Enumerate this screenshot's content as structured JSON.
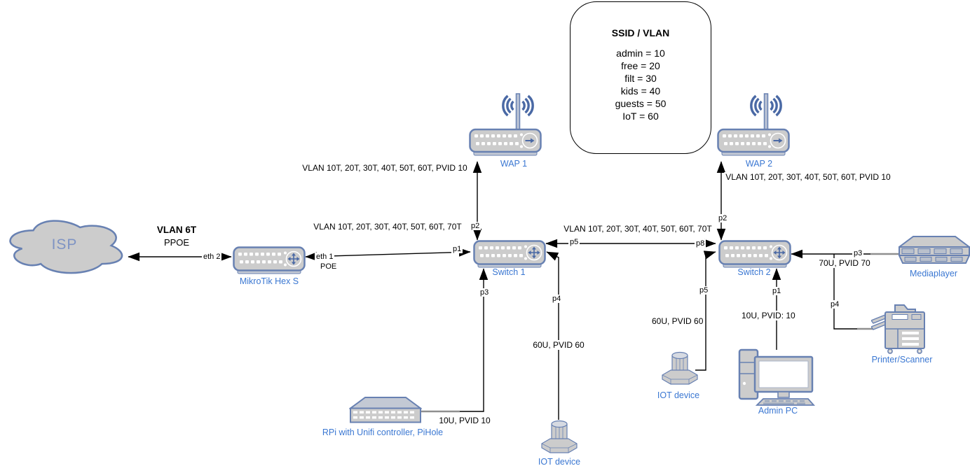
{
  "legend": {
    "title": "SSID / VLAN",
    "entries": [
      "admin = 10",
      "free = 20",
      "filt = 30",
      "kids = 40",
      "guests = 50",
      "IoT = 60"
    ]
  },
  "nodes": {
    "isp": {
      "label": "ISP"
    },
    "router": {
      "label": "MikroTik Hex S"
    },
    "wap1": {
      "label": "WAP 1"
    },
    "wap2": {
      "label": "WAP 2"
    },
    "switch1": {
      "label": "Switch 1"
    },
    "switch2": {
      "label": "Switch 2"
    },
    "rpi": {
      "label": "RPi with Unifi controller, PiHole"
    },
    "iot1": {
      "label": "IOT device"
    },
    "iot2": {
      "label": "IOT device"
    },
    "admin_pc": {
      "label": "Admin PC"
    },
    "mediaplayer": {
      "label": "Mediaplayer"
    },
    "printer": {
      "label": "Printer/Scanner"
    }
  },
  "edges": {
    "isp_router": {
      "vlan": "VLAN 6T",
      "protocol": "PPOE",
      "router_port": "eth 2"
    },
    "router_switch1": {
      "vlan": "VLAN 10T, 20T, 30T, 40T, 50T, 60T, 70T",
      "router_port": "eth 1",
      "router_port_note": "POE",
      "switch_port": "p1"
    },
    "switch1_wap1": {
      "vlan": "VLAN 10T, 20T, 30T, 40T, 50T, 60T, PVID 10",
      "switch_port": "p2"
    },
    "switch1_rpi": {
      "switch_port": "p3",
      "vlan": "10U, PVID 10"
    },
    "switch1_iot": {
      "switch_port": "p4",
      "vlan": "60U, PVID 60"
    },
    "switch1_switch2": {
      "vlan": "VLAN 10T, 20T, 30T, 40T, 50T, 60T, 70T",
      "switch1_port": "p5",
      "switch2_port": "p8"
    },
    "switch2_wap2": {
      "vlan": "VLAN 10T, 20T, 30T, 40T, 50T, 60T, PVID 10",
      "switch_port": "p2"
    },
    "switch2_iot": {
      "switch_port": "p5",
      "vlan": "60U, PVID 60"
    },
    "switch2_adminpc": {
      "switch_port": "p1",
      "vlan": "10U, PVID: 10"
    },
    "switch2_mediaplayer": {
      "switch_port": "p3",
      "vlan": "70U, PVID 70"
    },
    "switch2_printer": {
      "switch_port": "p4"
    }
  },
  "colors": {
    "node_fill": "#cccccc",
    "node_stroke": "#6881b2",
    "icon_accent": "#4a69a5",
    "label_blue": "#3a77d2",
    "edge": "#000000"
  }
}
